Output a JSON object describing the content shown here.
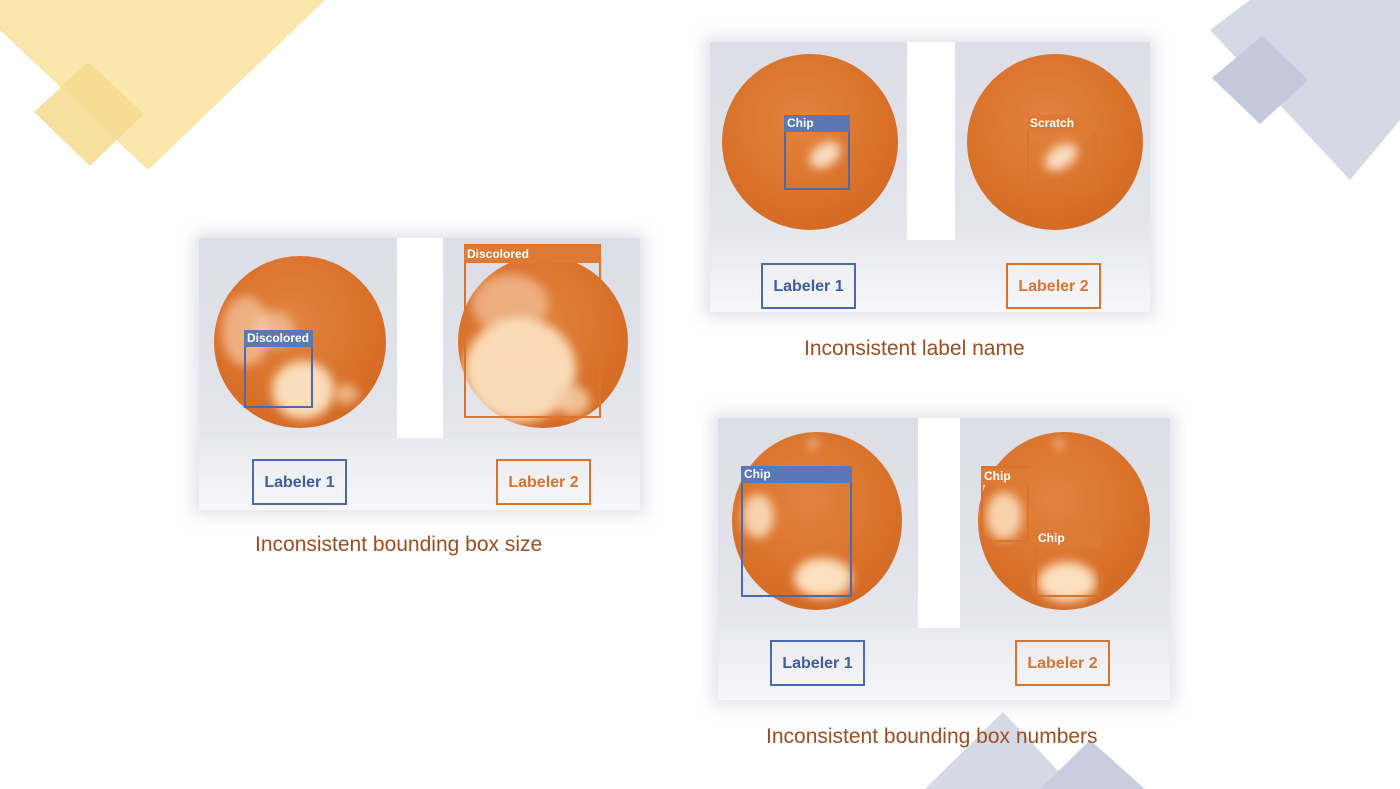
{
  "colors": {
    "labeler_1": "#4a6aad",
    "labeler_2": "#d8742e",
    "caption": "#9b4e22",
    "decor_yellow": "#f9e1a1",
    "decor_slate": "#cdd1e0"
  },
  "panels": {
    "box_size": {
      "caption": "Inconsistent bounding box size",
      "left": {
        "labeler": "Labeler 1",
        "tag": "Discolored"
      },
      "right": {
        "labeler": "Labeler 2",
        "tag": "Discolored"
      }
    },
    "label_name": {
      "caption": "Inconsistent label name",
      "left": {
        "labeler": "Labeler 1",
        "tag": "Chip"
      },
      "right": {
        "labeler": "Labeler 2",
        "tag": "Scratch"
      }
    },
    "box_numbers": {
      "caption": "Inconsistent bounding box numbers",
      "left": {
        "labeler": "Labeler 1",
        "tag": "Chip"
      },
      "right": {
        "labeler": "Labeler 2",
        "tags": [
          "Chip",
          "Chip"
        ]
      }
    }
  }
}
